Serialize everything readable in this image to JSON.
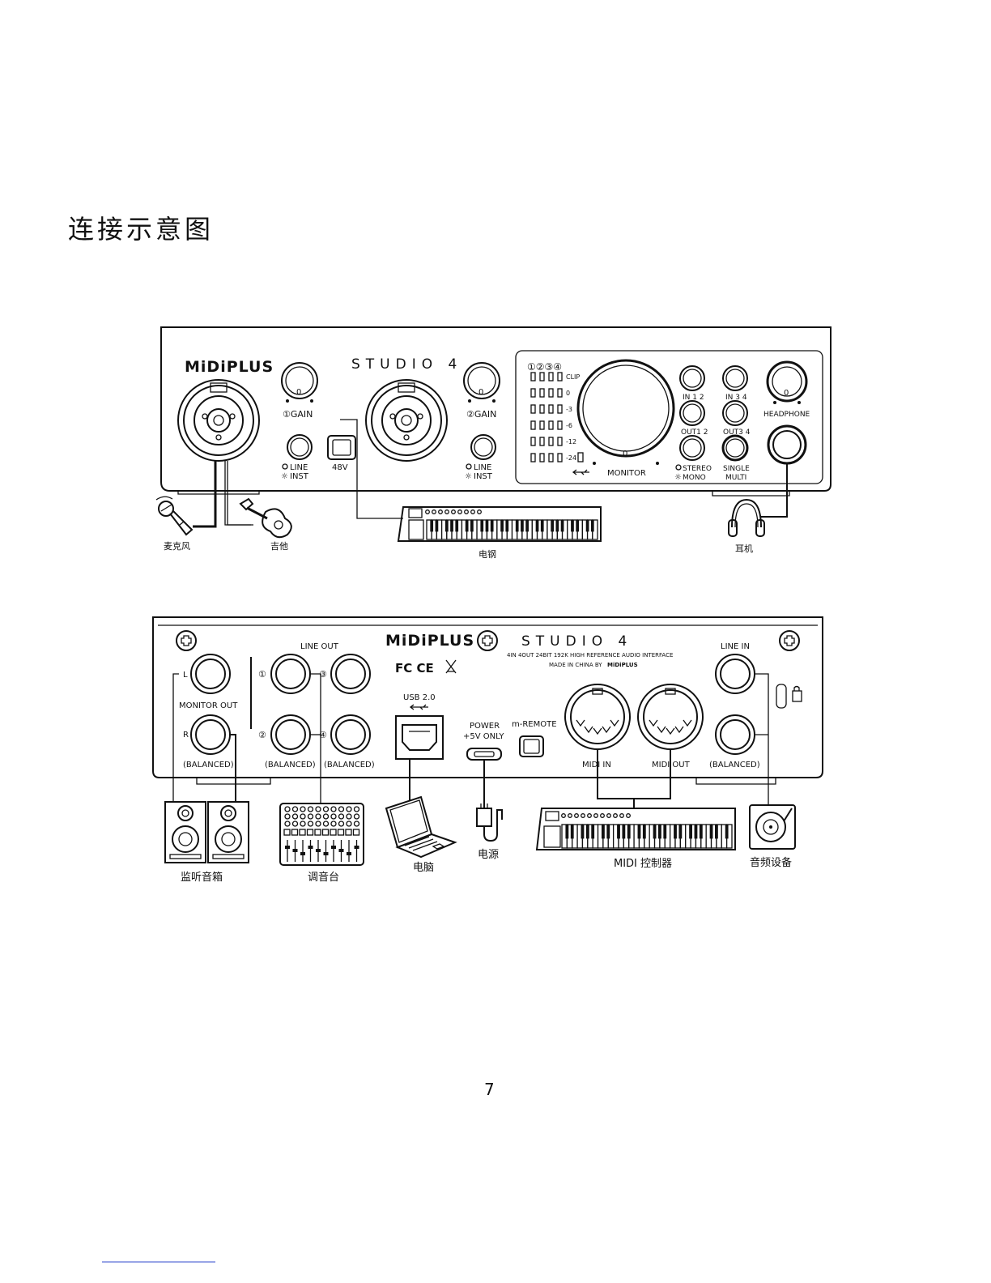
{
  "page_title": "连接示意图",
  "page_number": "7",
  "front": {
    "logo": "MiDiPLUS",
    "model": "STUDIO 4",
    "gain1": "①GAIN",
    "gain2": "②GAIN",
    "line1": "LINE",
    "inst1": "INST",
    "line2": "LINE",
    "inst2": "INST",
    "phantom": "48V",
    "channels": "①②③④",
    "meter_labels": [
      "CLIP",
      "0",
      "-3",
      "-6",
      "-12",
      "-24"
    ],
    "monitor": "MONITOR",
    "in12": "IN 1 2",
    "in34": "IN 3 4",
    "out12": "OUT1 2",
    "out34": "OUT3 4",
    "stereo": "STEREO",
    "mono": "MONO",
    "single": "SINGLE",
    "multi": "MULTI",
    "headphone": "HEADPHONE",
    "knob_zero": "0"
  },
  "rear": {
    "logo": "MiDiPLUS",
    "model": "STUDIO 4",
    "desc": "4IN 4OUT 24BIT 192K HIGH REFERENCE AUDIO INTERFACE",
    "made": "MADE IN CHINA BY",
    "made_logo": "MiDiPLUS",
    "certs": "FC CE",
    "line_out": "LINE OUT",
    "line_in": "LINE IN",
    "l": "L",
    "r": "R",
    "monitor_out": "MONITOR OUT",
    "balanced": "(BALANCED)",
    "num1": "①",
    "num2": "②",
    "num3": "③",
    "num4": "④",
    "usb": "USB 2.0",
    "power": "POWER",
    "power_sub": "+5V ONLY",
    "remote": "m-REMOTE",
    "midi_in": "MIDI IN",
    "midi_out": "MIDI OUT"
  },
  "devices": {
    "mic": "麦克风",
    "guitar": "吉他",
    "piano": "电钢",
    "headphone": "耳机",
    "speakers": "监听音箱",
    "mixer": "调音台",
    "computer": "电脑",
    "power": "电源",
    "midi_controller": "MIDI 控制器",
    "audio_device": "音频设备"
  }
}
